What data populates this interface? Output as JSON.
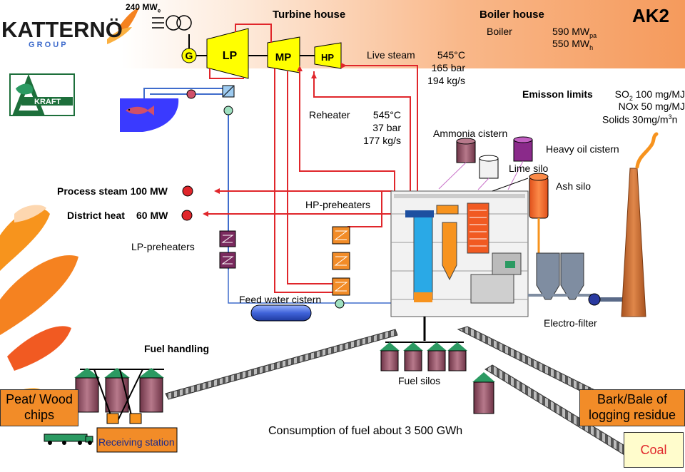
{
  "header": {
    "turbine_house": "Turbine house",
    "boiler_house": "Boiler house",
    "boiler_label": "Boiler",
    "boiler_mw_pa": "590 MW",
    "boiler_mw_pa_sub": "pa",
    "boiler_mw_h": "550 MW",
    "boiler_mw_h_sub": "h",
    "unit": "AK2",
    "power_out": "240 MW",
    "power_out_sub": "e"
  },
  "logos": {
    "katterno": "KATTERNÖ",
    "group": "G R O U P",
    "kraft": "KRAFT"
  },
  "turbines": {
    "g": "G",
    "lp": "LP",
    "mp": "MP",
    "hp": "HP"
  },
  "live_steam": {
    "label": "Live steam",
    "temp": "545°C",
    "pressure": "165 bar",
    "flow": "194 kg/s"
  },
  "reheater": {
    "label": "Reheater",
    "temp": "545°C",
    "pressure": "37 bar",
    "flow": "177 kg/s"
  },
  "emissions": {
    "title": "Emisson limits",
    "so2_a": "SO",
    "so2_sub": "2",
    "so2_b": " 100 mg/MJ",
    "nox": "NOx 50 mg/MJ",
    "solids_a": "Solids  30mg/m",
    "solids_sup": "3",
    "solids_b": "n"
  },
  "outputs": {
    "process_steam": "Process steam 100 MW",
    "district_heat_label": "District heat",
    "district_heat_value": "60 MW"
  },
  "labels": {
    "ammonia": "Ammonia cistern",
    "heavy_oil": "Heavy oil cistern",
    "lime": "Lime silo",
    "ash": "Ash silo",
    "hp_pre": "HP-preheaters",
    "lp_pre": "LP-preheaters",
    "feed_water": "Feed water cistern",
    "electro_filter": "Electro-filter",
    "fuel_handling": "Fuel handling",
    "fuel_silos": "Fuel silos",
    "receiving": "Receiving station",
    "consumption": "Consumption of fuel about 3 500 GWh"
  },
  "fuel_sources": {
    "peat": "Peat/ Wood chips",
    "bark": "Bark/Bale of logging residue",
    "coal": "Coal"
  },
  "colors": {
    "orange_banner": "#f7a468",
    "turbine_yellow": "#ffff00",
    "steam_red": "#e0262b",
    "water_blue": "#3f6ccc",
    "boiler_blue": "#2aa9e6",
    "boiler_orange": "#f7931e",
    "silo_maroon": "#8c4a5e",
    "silo_green": "#2b9a62",
    "fuel_box_orange": "#f28c28",
    "coal_box": "#fffccc",
    "stack": "#c96a2a"
  }
}
